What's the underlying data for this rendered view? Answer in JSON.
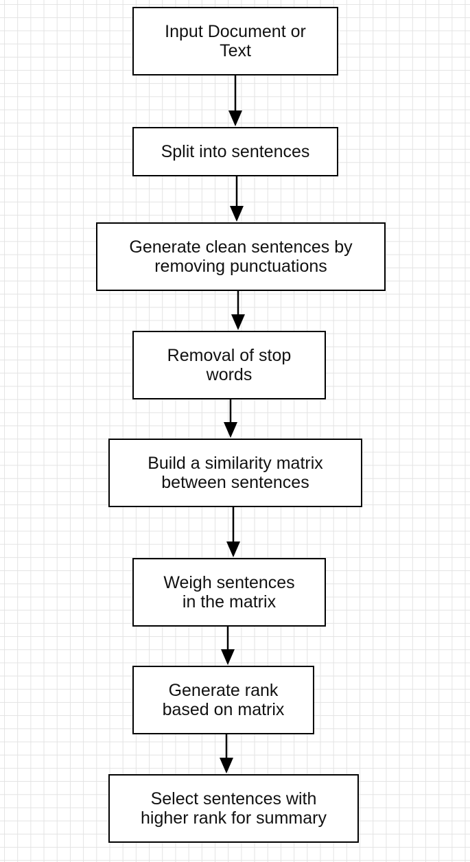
{
  "diagram": {
    "type": "flowchart",
    "steps": [
      {
        "id": "input-document",
        "label": "Input Document or\nText"
      },
      {
        "id": "split-sentences",
        "label": "Split into sentences"
      },
      {
        "id": "clean-sentences",
        "label": "Generate clean sentences by\nremoving punctuations"
      },
      {
        "id": "remove-stopwords",
        "label": "Removal of stop\nwords"
      },
      {
        "id": "similarity-matrix",
        "label": "Build a similarity matrix\nbetween sentences"
      },
      {
        "id": "weigh-sentences",
        "label": "Weigh sentences\nin the matrix"
      },
      {
        "id": "generate-rank",
        "label": "Generate rank\nbased on matrix"
      },
      {
        "id": "select-sentences",
        "label": "Select sentences with\nhigher rank for summary"
      }
    ],
    "edges": [
      {
        "from": "input-document",
        "to": "split-sentences"
      },
      {
        "from": "split-sentences",
        "to": "clean-sentences"
      },
      {
        "from": "clean-sentences",
        "to": "remove-stopwords"
      },
      {
        "from": "remove-stopwords",
        "to": "similarity-matrix"
      },
      {
        "from": "similarity-matrix",
        "to": "weigh-sentences"
      },
      {
        "from": "weigh-sentences",
        "to": "generate-rank"
      },
      {
        "from": "generate-rank",
        "to": "select-sentences"
      }
    ]
  }
}
